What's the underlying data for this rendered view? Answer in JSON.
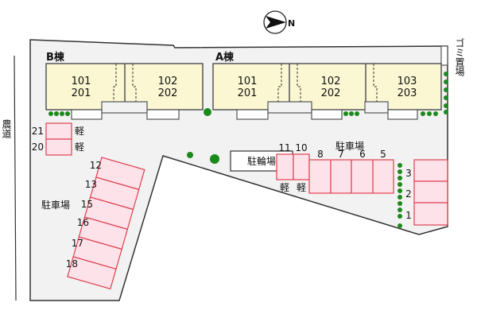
{
  "compass": {
    "label": "N"
  },
  "road": {
    "label": "農道"
  },
  "garbage": {
    "label": "ゴミ置場"
  },
  "buildings": [
    {
      "name": "B棟",
      "units": [
        {
          "lower": "101",
          "upper": "201"
        },
        {
          "lower": "102",
          "upper": "202"
        }
      ]
    },
    {
      "name": "A棟",
      "units": [
        {
          "lower": "101",
          "upper": "201"
        },
        {
          "lower": "102",
          "upper": "202"
        },
        {
          "lower": "103",
          "upper": "203"
        }
      ]
    }
  ],
  "bike_parking": {
    "label": "駐輪場"
  },
  "parking": {
    "label": "駐車場",
    "kei_label": "軽",
    "left_stalls": [
      "21",
      "20"
    ],
    "diagonal_stalls": [
      "12",
      "13",
      "15",
      "16",
      "17",
      "18"
    ],
    "center_small": [
      "11",
      "10"
    ],
    "center_stalls": [
      "8",
      "7",
      "6",
      "5"
    ],
    "right_stalls": [
      "3",
      "2",
      "1"
    ]
  },
  "colors": {
    "building": "#fbf7d2",
    "stall": "#fde2ea",
    "stall_border": "#e0404f",
    "tree": "#1a8a1a",
    "ground": "#f2f2f2"
  }
}
